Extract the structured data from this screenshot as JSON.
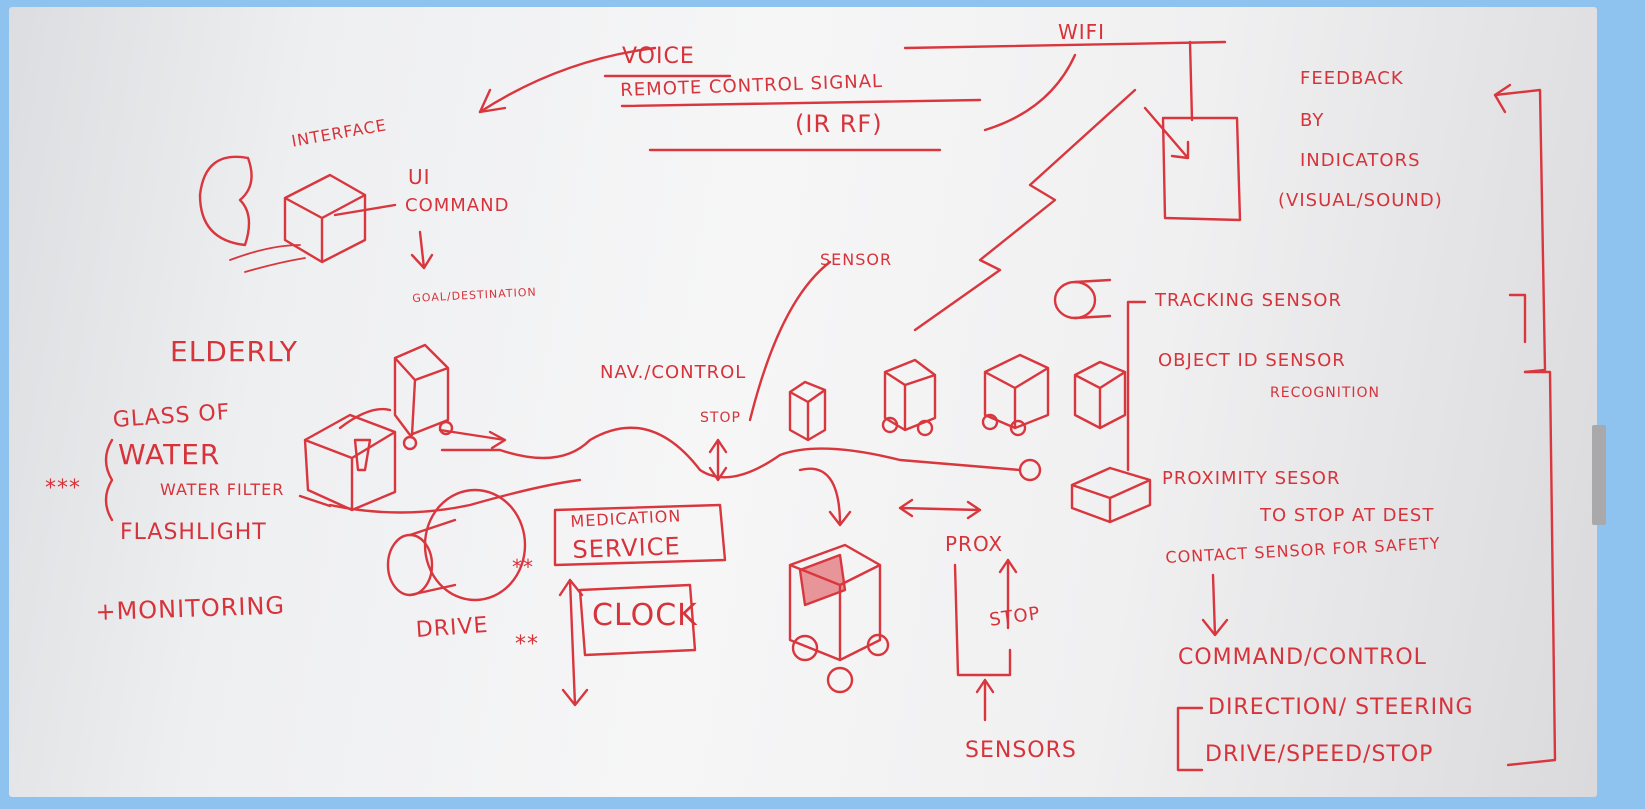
{
  "labels": {
    "voice": "VOICE",
    "remote": "REMOTE CONTROL SIGNAL",
    "irrf": "(IR  RF)",
    "wifi": "WIFI",
    "feedback": "FEEDBACK",
    "by": "BY",
    "indicators": "INDICATORS",
    "visual_sound": "(VISUAL/SOUND)",
    "interface": "INTERFACE",
    "ui": "UI",
    "command": "COMMAND",
    "goal": "GOAL/DESTINATION",
    "elderly": "ELDERLY",
    "glass_of": "GLASS OF",
    "water": "WATER",
    "water_filter": "WATER FILTER",
    "stars_left": "***",
    "flashlight": "FLASHLIGHT",
    "monitoring": "+MONITORING",
    "drive": "DRIVE",
    "stars_drive": "**",
    "medication": "MEDICATION",
    "service": "SERVICE",
    "stars_med": "**",
    "clock": "CLOCK",
    "sensor": "SENSOR",
    "nav_control": "NAV./CONTROL",
    "stop_mid": "STOP",
    "prox": "PROX",
    "stop_box": "STOP",
    "sensors": "SENSORS",
    "tracking": "TRACKING SENSOR",
    "object_id": "OBJECT ID SENSOR",
    "recognition": "RECOGNITION",
    "proximity": "PROXIMITY SESOR",
    "to_stop": "TO STOP AT DEST",
    "contact": "CONTACT SENSOR FOR SAFETY",
    "command_control": "COMMAND/CONTROL",
    "direction": "DIRECTION/ STEERING",
    "drive_speed": "DRIVE/SPEED/STOP"
  }
}
